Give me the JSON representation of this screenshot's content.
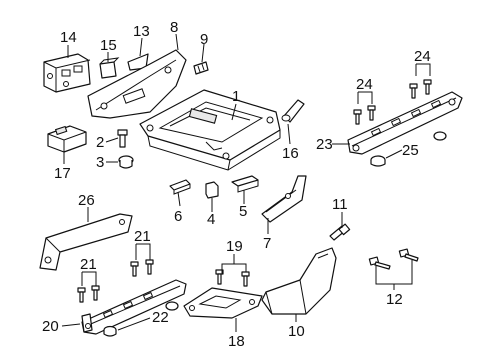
{
  "diagram": {
    "callouts": {
      "c1": "1",
      "c2": "2",
      "c3": "3",
      "c4": "4",
      "c5": "5",
      "c6": "6",
      "c7": "7",
      "c8": "8",
      "c9": "9",
      "c10": "10",
      "c11": "11",
      "c12": "12",
      "c13": "13",
      "c14": "14",
      "c15": "15",
      "c16": "16",
      "c17": "17",
      "c18": "18",
      "c19": "19",
      "c20": "20",
      "c21a": "21",
      "c21b": "21",
      "c22": "22",
      "c23": "23",
      "c24a": "24",
      "c24b": "24",
      "c25": "25",
      "c26": "26"
    }
  }
}
